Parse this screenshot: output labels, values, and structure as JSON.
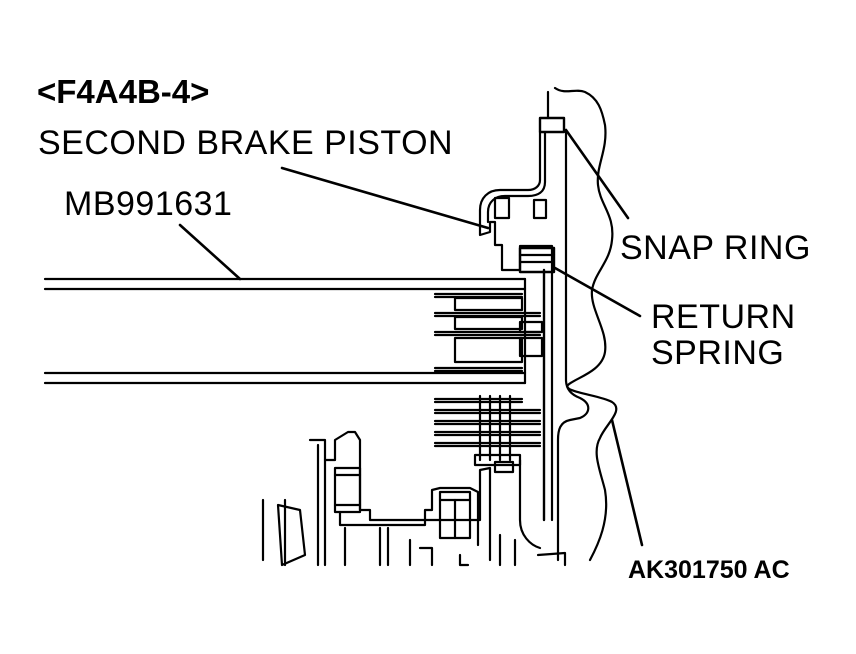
{
  "figure": {
    "title": "<F4A4B-4>",
    "labels": {
      "second_brake_piston": "SECOND BRAKE PISTON",
      "tool_number": "MB991631",
      "snap_ring": "SNAP RING",
      "return_spring_line1": "RETURN",
      "return_spring_line2": "SPRING"
    },
    "figure_code": "AK301750 AC"
  },
  "colors": {
    "ink": "#000000",
    "background": "#ffffff"
  }
}
